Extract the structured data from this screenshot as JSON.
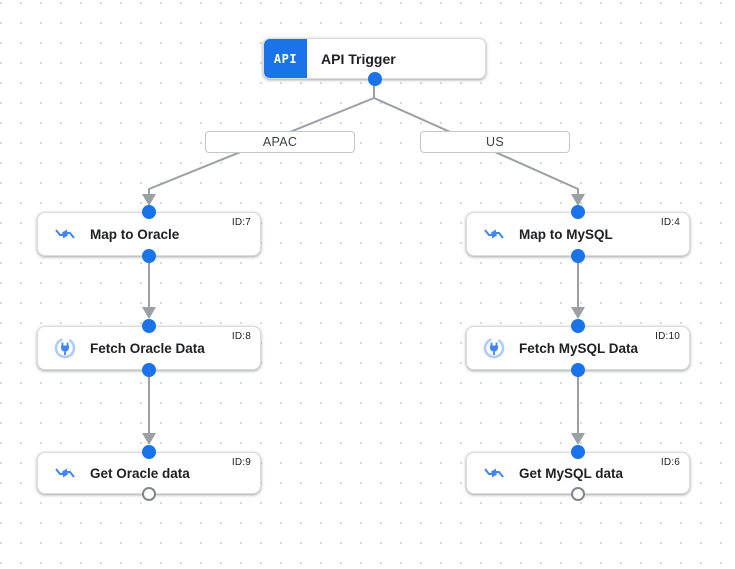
{
  "trigger": {
    "badge": "API",
    "label": "API Trigger"
  },
  "branches": {
    "left": "APAC",
    "right": "US"
  },
  "nodes": {
    "map_oracle": {
      "label": "Map to Oracle",
      "id": "ID:7",
      "icon": "data-mapping-icon"
    },
    "fetch_oracle": {
      "label": "Fetch Oracle Data",
      "id": "ID:8",
      "icon": "connector-icon"
    },
    "get_oracle": {
      "label": "Get Oracle data",
      "id": "ID:9",
      "icon": "data-mapping-icon"
    },
    "map_mysql": {
      "label": "Map to MySQL",
      "id": "ID:4",
      "icon": "data-mapping-icon"
    },
    "fetch_mysql": {
      "label": "Fetch MySQL Data",
      "id": "ID:10",
      "icon": "connector-icon"
    },
    "get_mysql": {
      "label": "Get MySQL data",
      "id": "ID:6",
      "icon": "data-mapping-icon"
    }
  },
  "colors": {
    "accent_blue": "#1a73e8",
    "icon_blue": "#4285f4",
    "icon_light_blue": "#aecbfa",
    "edge_gray": "#9aa0a6",
    "node_border": "#dadce0",
    "grid_dot": "#d9d9d9"
  }
}
